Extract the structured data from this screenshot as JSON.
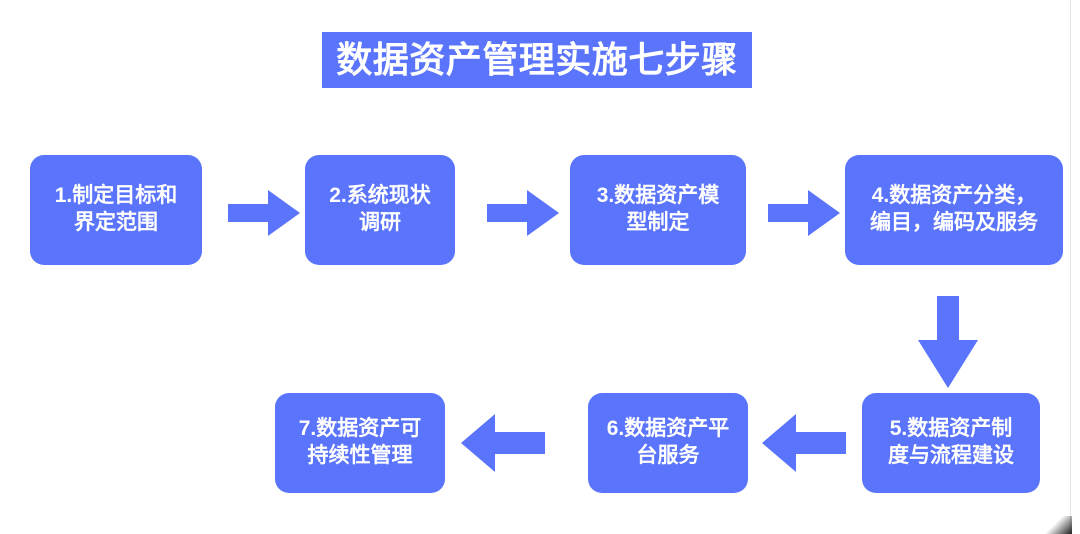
{
  "page": {
    "background": "#ffffff",
    "accent_color": "#5a74fb",
    "text_color": "#ffffff"
  },
  "title": {
    "text": "数据资产管理实施七步骤",
    "background": "#5a74fb",
    "color": "#ffffff"
  },
  "chart_data": {
    "type": "diagram",
    "title": "数据资产管理实施七步骤",
    "layout": "serpentine-flowchart",
    "node_count": 7,
    "nodes": [
      {
        "id": 1,
        "label": "1.制定目标和\n界定范围",
        "row": 1,
        "col": 1
      },
      {
        "id": 2,
        "label": "2.系统现状\n调研",
        "row": 1,
        "col": 2
      },
      {
        "id": 3,
        "label": "3.数据资产模\n型制定",
        "row": 1,
        "col": 3
      },
      {
        "id": 4,
        "label": "4.数据资产分类，\n编目，编码及服务",
        "row": 1,
        "col": 4
      },
      {
        "id": 5,
        "label": "5.数据资产制\n度与流程建设",
        "row": 2,
        "col": 4
      },
      {
        "id": 6,
        "label": "6.数据资产平\n台服务",
        "row": 2,
        "col": 3
      },
      {
        "id": 7,
        "label": "7.数据资产可\n持续性管理",
        "row": 2,
        "col": 2
      }
    ],
    "edges": [
      {
        "from": 1,
        "to": 2,
        "direction": "right"
      },
      {
        "from": 2,
        "to": 3,
        "direction": "right"
      },
      {
        "from": 3,
        "to": 4,
        "direction": "right"
      },
      {
        "from": 4,
        "to": 5,
        "direction": "down"
      },
      {
        "from": 5,
        "to": 6,
        "direction": "left"
      },
      {
        "from": 6,
        "to": 7,
        "direction": "left"
      }
    ]
  },
  "steps": [
    {
      "name": "step-1",
      "label": "1.制定目标和\n界定范围"
    },
    {
      "name": "step-2",
      "label": "2.系统现状\n调研"
    },
    {
      "name": "step-3",
      "label": "3.数据资产模\n型制定"
    },
    {
      "name": "step-4",
      "label": "4.数据资产分类，\n编目，编码及服务"
    },
    {
      "name": "step-5",
      "label": "5.数据资产制\n度与流程建设"
    },
    {
      "name": "step-6",
      "label": "6.数据资产平\n台服务"
    },
    {
      "name": "step-7",
      "label": "7.数据资产可\n持续性管理"
    }
  ],
  "arrows": [
    {
      "name": "arrow-1-to-2",
      "direction": "right"
    },
    {
      "name": "arrow-2-to-3",
      "direction": "right"
    },
    {
      "name": "arrow-3-to-4",
      "direction": "right"
    },
    {
      "name": "arrow-4-to-5",
      "direction": "down"
    },
    {
      "name": "arrow-5-to-6",
      "direction": "left"
    },
    {
      "name": "arrow-6-to-7",
      "direction": "left"
    }
  ]
}
